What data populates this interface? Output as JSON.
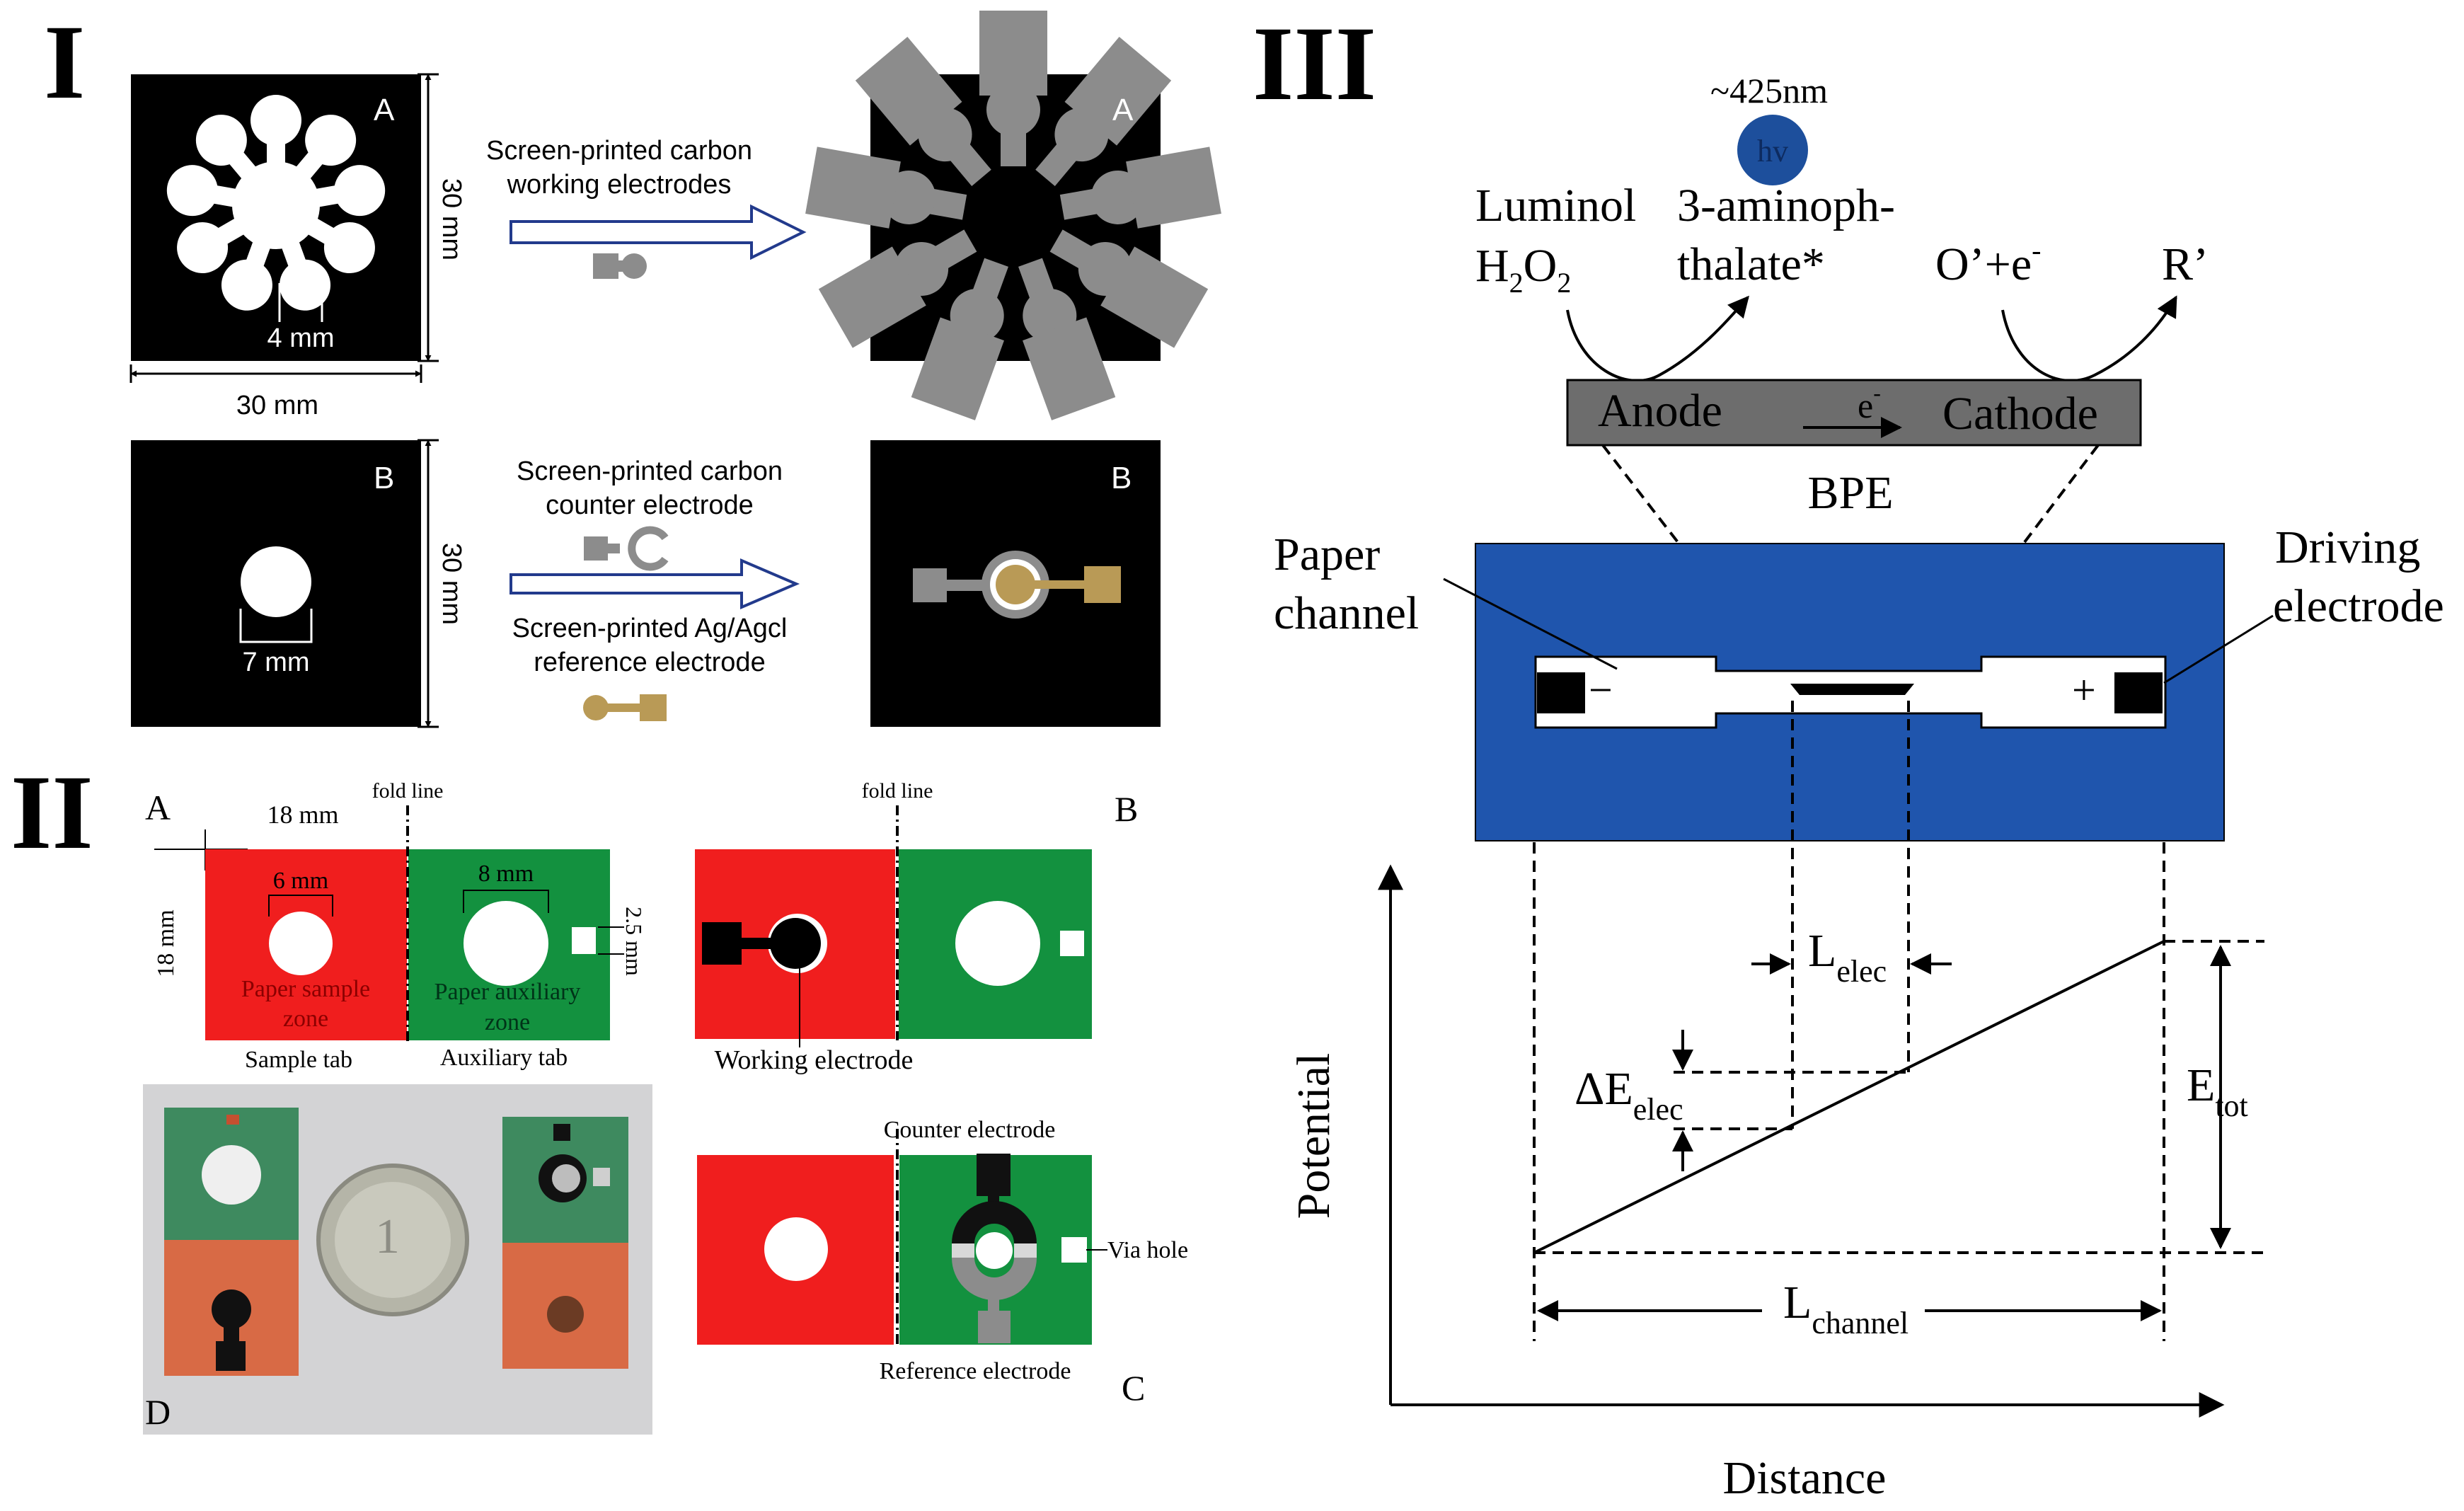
{
  "panel_I": {
    "label": "I",
    "step_a": {
      "left_label": "A",
      "right_label": "A",
      "arrow_text_line1": "Screen-printed carbon",
      "arrow_text_line2": "working electrodes",
      "dim_petal": "4 mm",
      "dim_height": "30 mm",
      "dim_width": "30 mm"
    },
    "step_b": {
      "left_label": "B",
      "right_label": "B",
      "counter_line1": "Screen-printed carbon",
      "counter_line2": "counter electrode",
      "ref_line1": "Screen-printed Ag/Agcl",
      "ref_line2": "reference electrode",
      "dim_hole": "7 mm",
      "dim_height": "30 mm"
    }
  },
  "panel_II": {
    "label": "II",
    "sub_a": {
      "label": "A",
      "width": "18 mm",
      "height": "18 mm",
      "fold": "fold line",
      "hole_a": "6 mm",
      "hole_b": "8 mm",
      "via": "2.5 mm",
      "sample_zone_1": "Paper sample",
      "sample_zone_2": "zone",
      "aux_zone_1": "Paper auxiliary",
      "aux_zone_2": "zone",
      "sample_tab": "Sample tab",
      "aux_tab": "Auxiliary tab"
    },
    "sub_b": {
      "label": "B",
      "fold": "fold line",
      "working": "Working electrode"
    },
    "sub_c": {
      "label": "C",
      "counter": "Counter electrode",
      "via": "Via hole",
      "reference": "Reference electrode"
    },
    "sub_d": {
      "label": "D"
    }
  },
  "panel_III": {
    "label": "III",
    "wavelength": "~425nm",
    "hv": "hv",
    "luminol": "Luminol",
    "h2o2_h": "H",
    "h2o2_s1": "2",
    "h2o2_o": "O",
    "h2o2_s2": "2",
    "product_1": "3-aminoph-",
    "product_2": "thalate*",
    "ox_main": "O’+e",
    "ox_sup": "-",
    "reduced": "R’",
    "anode": "Anode",
    "electron": "e",
    "electron_sup": "-",
    "cathode": "Cathode",
    "bpe": "BPE",
    "paper_1": "Paper",
    "paper_2": "channel",
    "driving_1": "Driving",
    "driving_2": "electrode",
    "minus": "−",
    "plus": "+",
    "l_elec": "L",
    "l_elec_sub": "elec",
    "de_elec": "ΔE",
    "de_elec_sub": "elec",
    "e_tot": "E",
    "e_tot_sub": "tot",
    "l_channel": "L",
    "l_channel_sub": "channel",
    "y_axis": "Potential",
    "x_axis": "Distance"
  },
  "colors": {
    "red": "#f01e1e",
    "green": "#13913f",
    "blue": "#1f55ad",
    "hv_blue": "#1d4f9c",
    "gray": "#8c8c8c",
    "ag": "#b99a56",
    "arrow": "#223a8c",
    "bpe_bar": "#6d6d6d"
  }
}
